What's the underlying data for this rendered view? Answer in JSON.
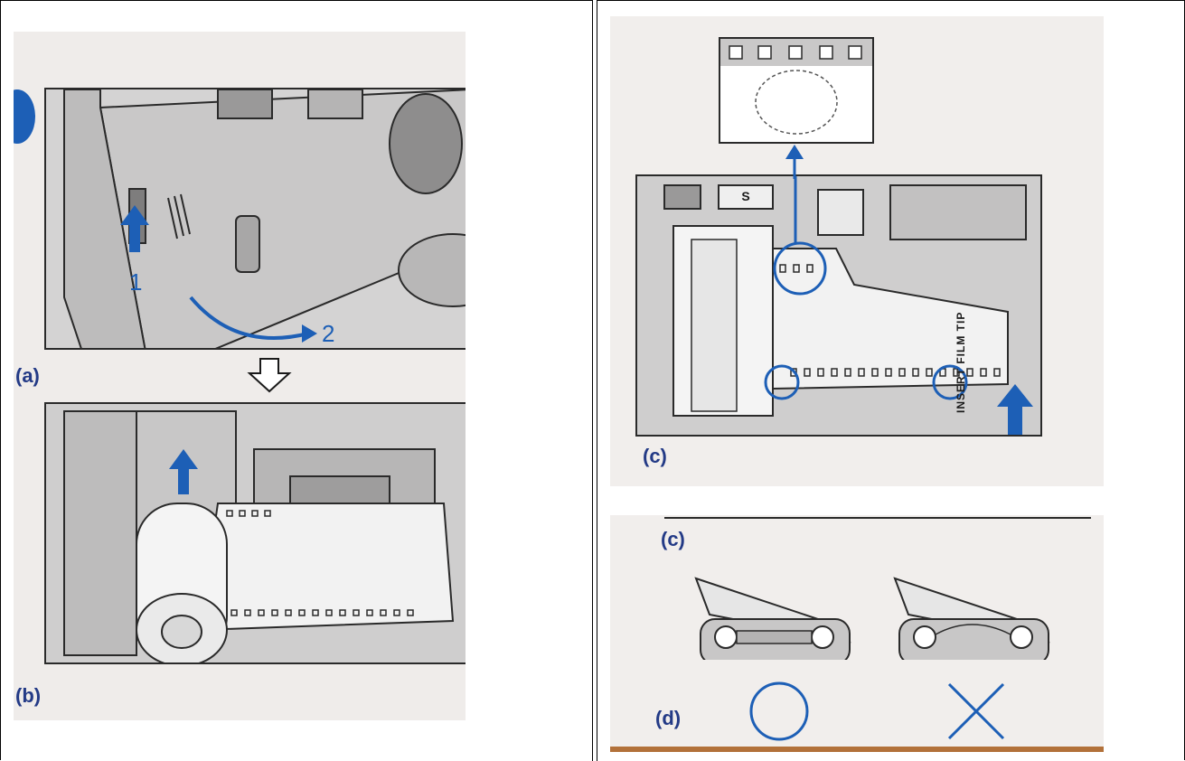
{
  "figure": {
    "labels": {
      "a": "(a)",
      "b": "(b)",
      "c": "(c)",
      "c2": "(c)",
      "d": "(d)"
    },
    "step_numbers": {
      "one": "1",
      "two": "2"
    },
    "mode_button": "S",
    "insert_film_tip": "INSERT FILM TIP",
    "colors": {
      "blue": "#1d5fb6",
      "panel_gray": "#d4d3d3",
      "page_bg": "#efecea",
      "label_navy": "#233a86"
    }
  }
}
